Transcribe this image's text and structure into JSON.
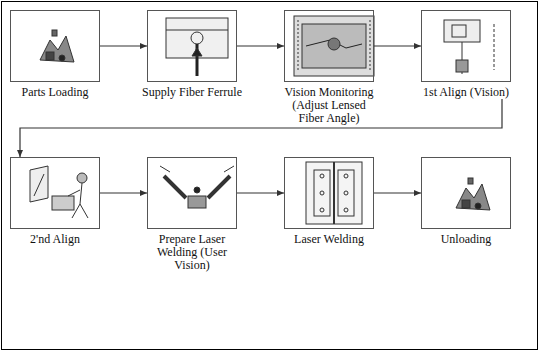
{
  "diagram": {
    "nodes": [
      {
        "text": [
          "Parts Loading"
        ]
      },
      {
        "text": [
          "Supply Fiber Ferrule"
        ]
      },
      {
        "text": [
          "Vision Monitoring (Adjust Lensed Fiber Angle)"
        ]
      },
      {
        "text": [
          "1st Align (Vision)"
        ]
      },
      {
        "text": [
          "2'nd Align"
        ]
      },
      {
        "text": [
          "Prepare Laser Welding (User Vision)"
        ]
      },
      {
        "text": [
          "Laser Welding"
        ]
      },
      {
        "text": [
          "Unloading"
        ]
      }
    ],
    "edges": [
      {
        "from": 0,
        "to": 1,
        "arrow": "to"
      },
      {
        "from": 1,
        "to": 2,
        "arrow": "to"
      },
      {
        "from": 2,
        "to": 3,
        "arrow": "to"
      },
      {
        "from": 3,
        "to": 4,
        "arrow": "to"
      },
      {
        "from": 4,
        "to": 5,
        "arrow": "to"
      },
      {
        "from": 5,
        "to": 6,
        "arrow": "to"
      },
      {
        "from": 6,
        "to": 7,
        "arrow": "to"
      }
    ]
  }
}
